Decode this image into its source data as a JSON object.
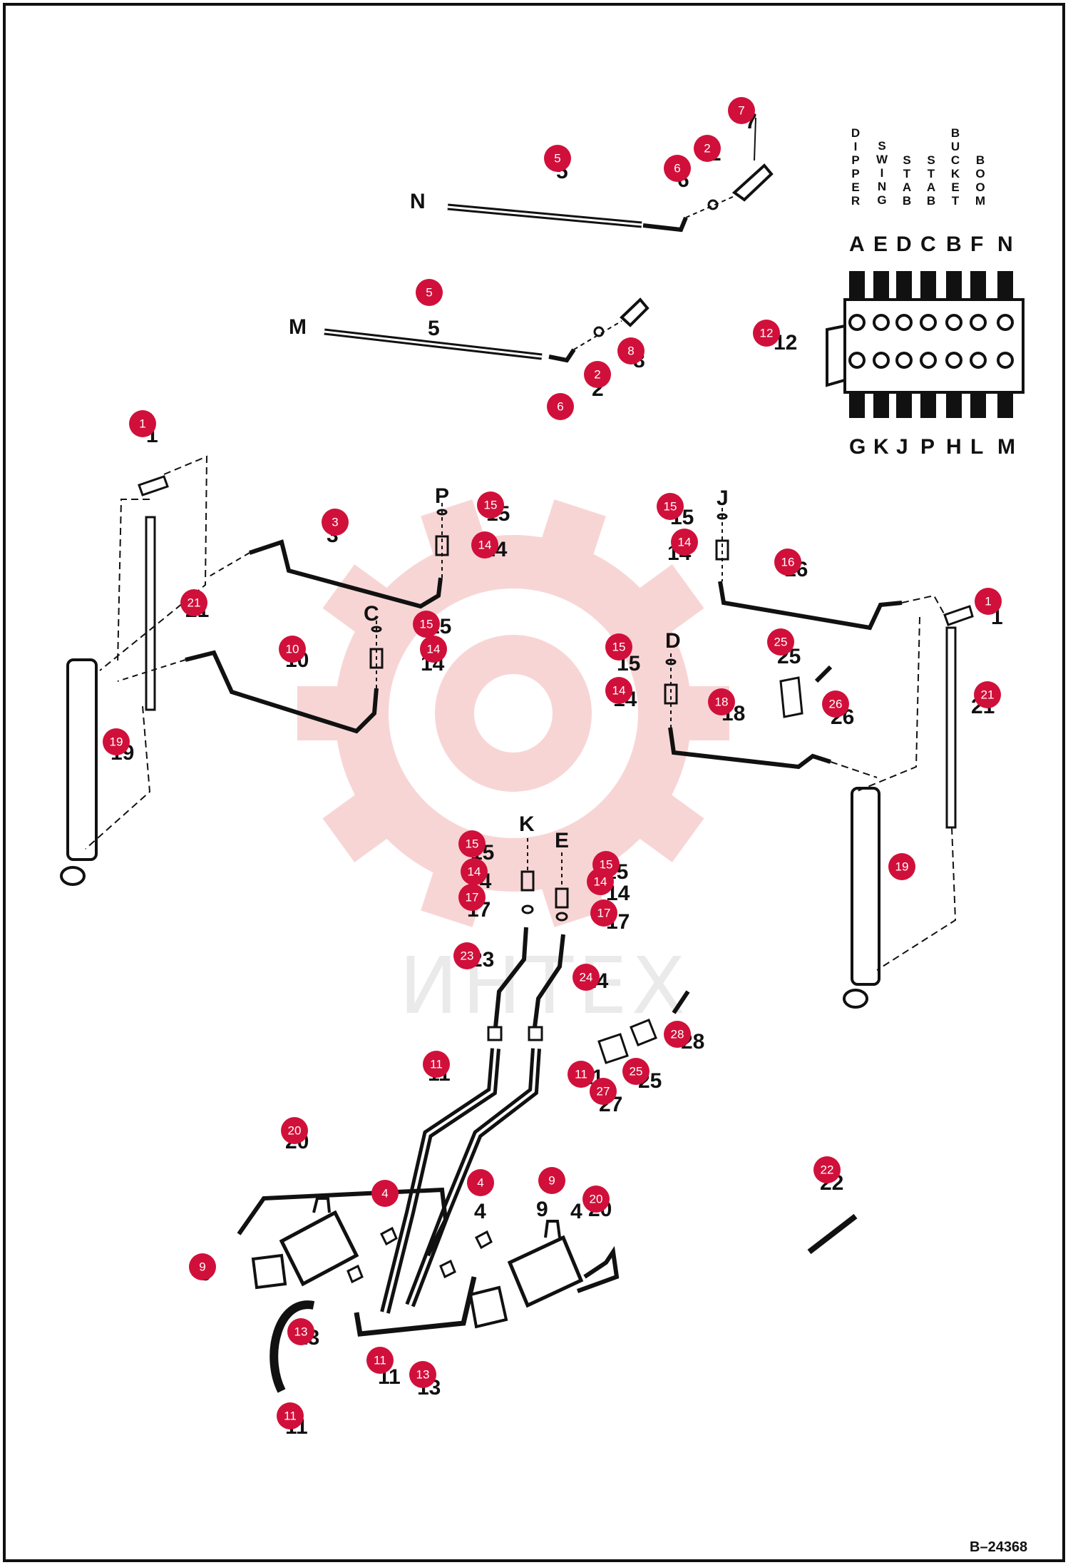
{
  "watermark": {
    "text": "ИНТЕХ",
    "color": "#f3b2b2"
  },
  "drawing_number": "B–24368",
  "callout_color": "#d0103a",
  "valve": {
    "top_ports": [
      "A",
      "E",
      "D",
      "C",
      "B",
      "F",
      "N"
    ],
    "bottom_ports": [
      "G",
      "K",
      "J",
      "P",
      "H",
      "L",
      "M"
    ],
    "section_words": [
      "DIPPER",
      "SWING",
      "STAB",
      "STAB",
      "BUCKET",
      "BOOM"
    ]
  },
  "port_letters": [
    "N",
    "M",
    "P",
    "J",
    "C",
    "D",
    "K",
    "E"
  ],
  "part_labels": [
    "5",
    "7",
    "2",
    "6",
    "5",
    "8",
    "2",
    "6",
    "1",
    "3",
    "15",
    "14",
    "15",
    "14",
    "16",
    "1",
    "21",
    "15",
    "14",
    "10",
    "15",
    "14",
    "18",
    "25",
    "26",
    "21",
    "19",
    "19",
    "15",
    "14",
    "17",
    "15",
    "14",
    "17",
    "23",
    "24",
    "28",
    "11",
    "11",
    "25",
    "27",
    "20",
    "9",
    "4",
    "4",
    "20",
    "9",
    "13",
    "11",
    "13",
    "11",
    "22",
    "12"
  ],
  "callouts": [
    "7",
    "5",
    "2",
    "6",
    "5",
    "8",
    "2",
    "6",
    "12",
    "1",
    "15",
    "15",
    "3",
    "14",
    "14",
    "16",
    "1",
    "21",
    "15",
    "10",
    "14",
    "15",
    "14",
    "25",
    "26",
    "18",
    "21",
    "19",
    "19",
    "15",
    "15",
    "14",
    "14",
    "17",
    "17",
    "23",
    "24",
    "28",
    "11",
    "11",
    "25",
    "27",
    "20",
    "22",
    "9",
    "4",
    "4",
    "20",
    "9",
    "13",
    "11",
    "13",
    "11"
  ]
}
